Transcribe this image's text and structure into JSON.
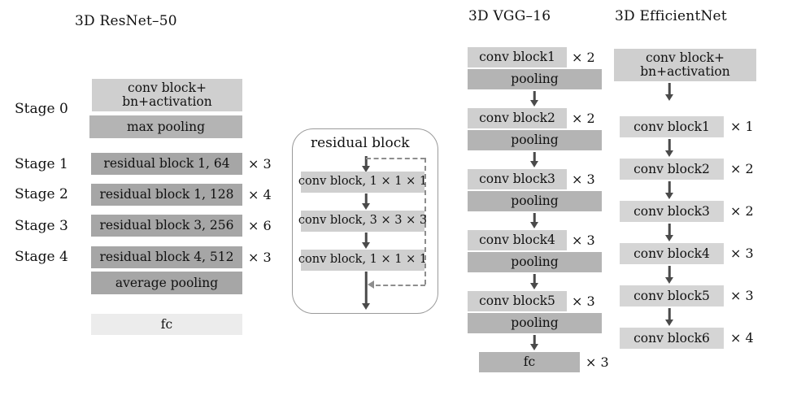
{
  "figure": {
    "kind": "network-architecture-diagram",
    "background": "#ffffff",
    "palette": {
      "box_light": "#cfcfcf",
      "box_lighter": "#d5d5d5",
      "box_mid": "#b4b4b4",
      "box_dark": "#a6a6a6",
      "box_pale": "#ececec",
      "arrow": "#4a4a4a",
      "dashed": "#8d8d8d",
      "panel_border": "#9a9a9a",
      "text": "#111111"
    }
  },
  "resnet": {
    "title": "3D ResNet–50",
    "stage_labels": [
      "Stage 0",
      "Stage 1",
      "Stage 2",
      "Stage 3",
      "Stage 4"
    ],
    "rows": [
      {
        "label_line1": "conv block+",
        "label_line2": "bn+activation",
        "mult": "",
        "fill": "box_light"
      },
      {
        "label_line1": "max pooling",
        "label_line2": "",
        "mult": "",
        "fill": "box_mid"
      },
      {
        "label_line1": "residual block 1, 64",
        "label_line2": "",
        "mult": "× 3",
        "fill": "box_dark"
      },
      {
        "label_line1": "residual block 1, 128",
        "label_line2": "",
        "mult": "× 4",
        "fill": "box_dark"
      },
      {
        "label_line1": "residual block 3, 256",
        "label_line2": "",
        "mult": "× 6",
        "fill": "box_dark"
      },
      {
        "label_line1": "residual block 4, 512",
        "label_line2": "",
        "mult": "× 3",
        "fill": "box_dark"
      },
      {
        "label_line1": "average pooling",
        "label_line2": "",
        "mult": "",
        "fill": "box_dark"
      },
      {
        "label_line1": "fc",
        "label_line2": "",
        "mult": "",
        "fill": "box_pale"
      }
    ]
  },
  "residual_detail": {
    "title": "residual block",
    "blocks": [
      {
        "label": "conv block, 1 × 1 × 1"
      },
      {
        "label": "conv block, 3 × 3 × 3"
      },
      {
        "label": "conv block, 1 × 1 × 1"
      }
    ],
    "skip_connection": "dashed"
  },
  "vgg": {
    "title": "3D VGG–16",
    "rows": [
      {
        "label": "conv block1",
        "mult": "× 2",
        "type": "conv"
      },
      {
        "label": "pooling",
        "mult": "",
        "type": "pool"
      },
      {
        "label": "conv block2",
        "mult": "× 2",
        "type": "conv"
      },
      {
        "label": "pooling",
        "mult": "",
        "type": "pool"
      },
      {
        "label": "conv block3",
        "mult": "× 3",
        "type": "conv"
      },
      {
        "label": "pooling",
        "mult": "",
        "type": "pool"
      },
      {
        "label": "conv block4",
        "mult": "× 3",
        "type": "conv"
      },
      {
        "label": "pooling",
        "mult": "",
        "type": "pool"
      },
      {
        "label": "conv block5",
        "mult": "× 3",
        "type": "conv"
      },
      {
        "label": "pooling",
        "mult": "",
        "type": "pool"
      },
      {
        "label": "fc",
        "mult": "× 3",
        "type": "fc"
      }
    ]
  },
  "efficientnet": {
    "title": "3D EfficientNet",
    "rows": [
      {
        "label_line1": "conv block+",
        "label_line2": "bn+activation",
        "mult": "",
        "type": "head"
      },
      {
        "label_line1": "conv block1",
        "label_line2": "",
        "mult": "× 1",
        "type": "conv"
      },
      {
        "label_line1": "conv block2",
        "label_line2": "",
        "mult": "× 2",
        "type": "conv"
      },
      {
        "label_line1": "conv block3",
        "label_line2": "",
        "mult": "× 2",
        "type": "conv"
      },
      {
        "label_line1": "conv block4",
        "label_line2": "",
        "mult": "× 3",
        "type": "conv"
      },
      {
        "label_line1": "conv block5",
        "label_line2": "",
        "mult": "× 3",
        "type": "conv"
      },
      {
        "label_line1": "conv block6",
        "label_line2": "",
        "mult": "× 4",
        "type": "conv"
      }
    ]
  }
}
